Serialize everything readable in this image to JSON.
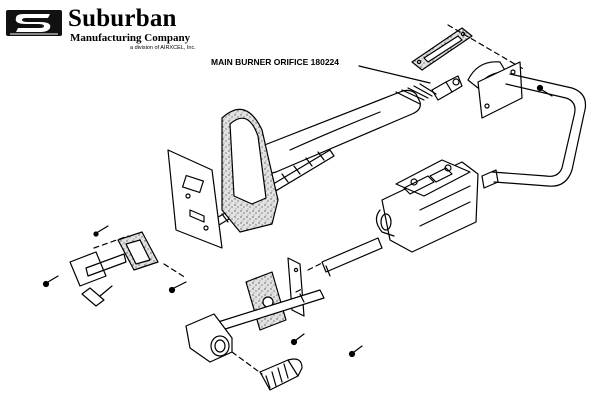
{
  "brand": {
    "name": "Suburban",
    "subtitle": "Manufacturing Company",
    "division": "a division of AIRXCEL, Inc."
  },
  "callouts": [
    {
      "text": "MAIN BURNER ORIFICE 180224"
    }
  ],
  "colors": {
    "line": "#000000",
    "background": "#ffffff",
    "gasket_fill": "#d6d6d6"
  }
}
